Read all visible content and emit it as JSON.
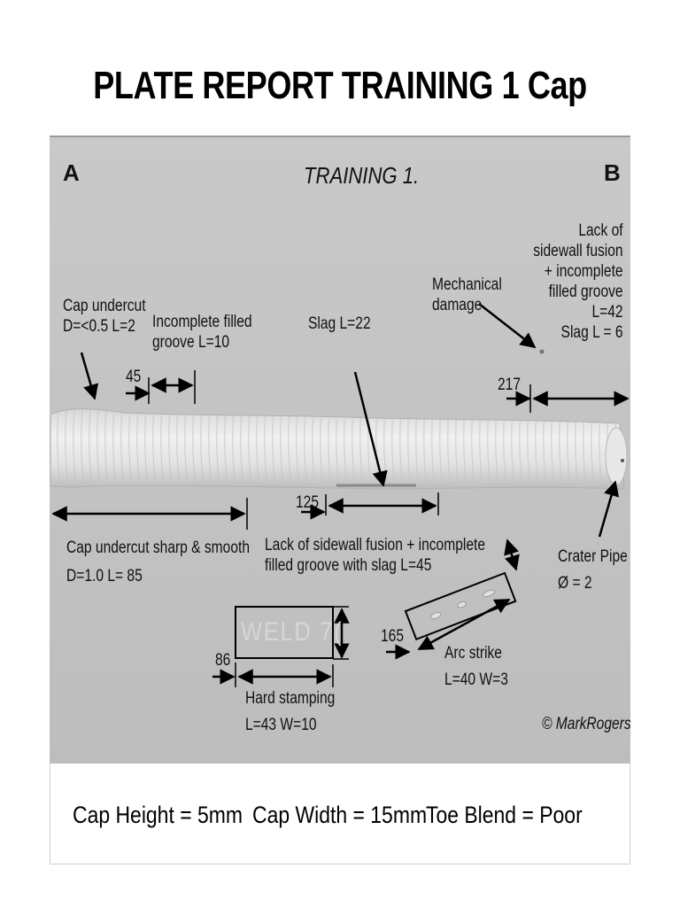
{
  "title": "PLATE REPORT TRAINING 1 Cap",
  "plate": {
    "corner_a": "A",
    "corner_b": "B",
    "plate_label": "TRAINING 1.",
    "stamp_text": "WELD 7(",
    "copyright": "© MarkRogers"
  },
  "annotations": {
    "cap_undercut_1": [
      "Cap undercut",
      "D=<0.5 L=2"
    ],
    "incomplete_groove": [
      "Incomplete filled",
      "groove L=10"
    ],
    "slag_22": "Slag L=22",
    "mechanical_damage": [
      "Mechanical",
      "damage"
    ],
    "lack_sidewall_b": [
      "Lack of",
      "sidewall fusion",
      "+ incomplete",
      "filled groove",
      "L=42",
      "Slag L = 6"
    ],
    "cap_undercut_2": [
      "Cap undercut sharp & smooth",
      "D=1.0 L= 85"
    ],
    "lack_sidewall_slag": [
      "Lack of sidewall fusion + incomplete",
      "filled groove with slag L=45"
    ],
    "crater_pipe": [
      "Crater Pipe",
      "Ø = 2"
    ],
    "hard_stamping": [
      "Hard stamping",
      "L=43 W=10"
    ],
    "arc_strike": [
      "Arc strike",
      "L=40 W=3"
    ],
    "dim_45": "45",
    "dim_217": "217",
    "dim_125": "125",
    "dim_165": "165",
    "dim_86": "86"
  },
  "footer": {
    "cap_height": "Cap Height = 5mm",
    "cap_width": "Cap Width = 15mm",
    "toe_blend": "Toe Blend = Poor"
  }
}
